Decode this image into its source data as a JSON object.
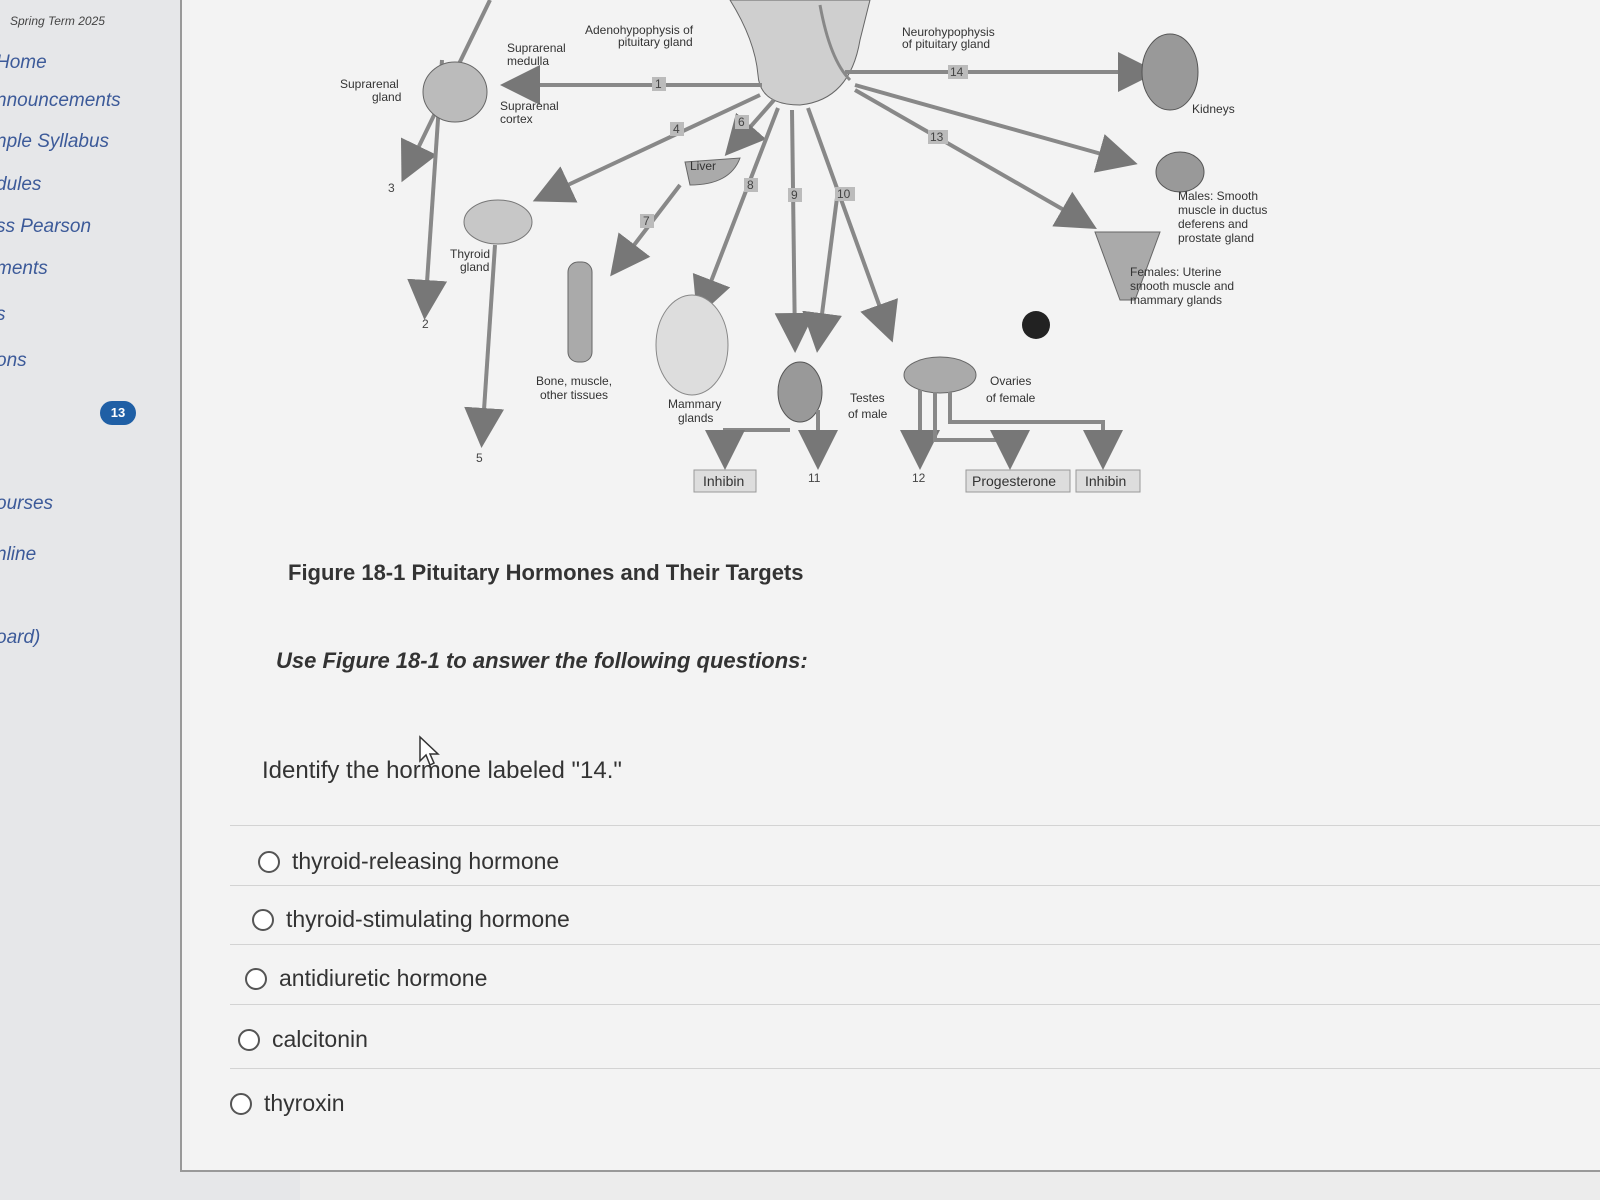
{
  "sidebar": {
    "term": "Spring Term 2025",
    "items": [
      {
        "label": "Home"
      },
      {
        "label": "nnouncements"
      },
      {
        "label": "nple Syllabus"
      },
      {
        "label": "dules"
      },
      {
        "label": "ss Pearson"
      },
      {
        "label": "ments"
      },
      {
        "label": "s"
      },
      {
        "label": "ons"
      },
      {
        "label": "ourses"
      },
      {
        "label": "nline"
      },
      {
        "label": "oard)"
      }
    ],
    "badge": "13"
  },
  "figure": {
    "labels": {
      "adeno": [
        "Adenohypophysis of",
        "pituitary gland"
      ],
      "neuro": [
        "Neurohypophysis",
        "of pituitary gland"
      ],
      "supra_medulla": [
        "Suprarenal",
        "medulla"
      ],
      "supra_gland": [
        "Suprarenal",
        "gland"
      ],
      "supra_cortex": [
        "Suprarenal",
        "cortex"
      ],
      "kidneys": "Kidneys",
      "males": [
        "Males: Smooth",
        "muscle in ductus",
        "deferens and",
        "prostate gland"
      ],
      "females": [
        "Females: Uterine",
        "smooth muscle and",
        "mammary glands"
      ],
      "liver": "Liver",
      "thyroid": [
        "Thyroid",
        "gland"
      ],
      "bone": [
        "Bone, muscle,",
        "other tissues"
      ],
      "mammary": [
        "Mammary",
        "glands"
      ],
      "testes": [
        "Testes",
        "of male"
      ],
      "ovaries": [
        "Ovaries",
        "of female"
      ]
    },
    "numbers": [
      "1",
      "2",
      "3",
      "4",
      "5",
      "6",
      "7",
      "8",
      "9",
      "10",
      "11",
      "12",
      "13",
      "14"
    ],
    "boxes": {
      "inhibin_left": "Inhibin",
      "progesterone": "Progesterone",
      "inhibin_right": "Inhibin"
    }
  },
  "caption": "Figure 18-1 Pituitary Hormones and Their Targets",
  "instruction": "Use Figure 18-1 to answer the following questions:",
  "question": "Identify the hormone labeled \"14.\"",
  "options": [
    {
      "label": "thyroid-releasing hormone"
    },
    {
      "label": "thyroid-stimulating hormone"
    },
    {
      "label": "antidiuretic hormone"
    },
    {
      "label": "calcitonin"
    },
    {
      "label": "thyroxin"
    }
  ]
}
